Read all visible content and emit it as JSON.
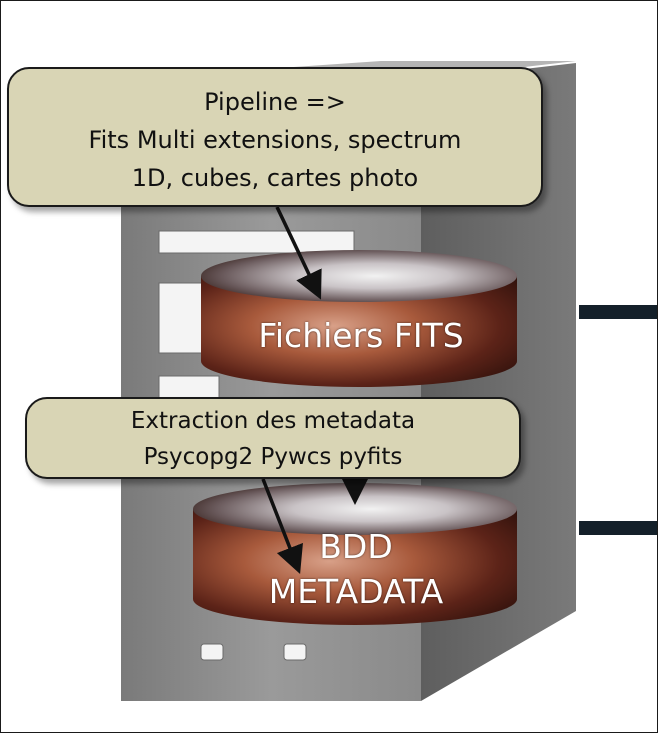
{
  "callouts": {
    "pipeline": {
      "lines": [
        "Pipeline =>",
        "Fits Multi extensions, spectrum",
        "1D, cubes, cartes photo"
      ]
    },
    "extraction": {
      "lines": [
        "Extraction des metadata",
        "Psycopg2 Pywcs pyfits"
      ]
    }
  },
  "cylinders": {
    "fits": {
      "label": "Fichiers FITS"
    },
    "bdd": {
      "label_line1": "BDD",
      "label_line2": "METADATA"
    }
  },
  "colors": {
    "server_body": "#8a8a8a",
    "server_side": "#6b6b6b",
    "callout_fill": "#d9d5b5",
    "connector": "#14202a",
    "nebula_dark": "#2a0f0a",
    "nebula_warm": "#b0603c"
  }
}
